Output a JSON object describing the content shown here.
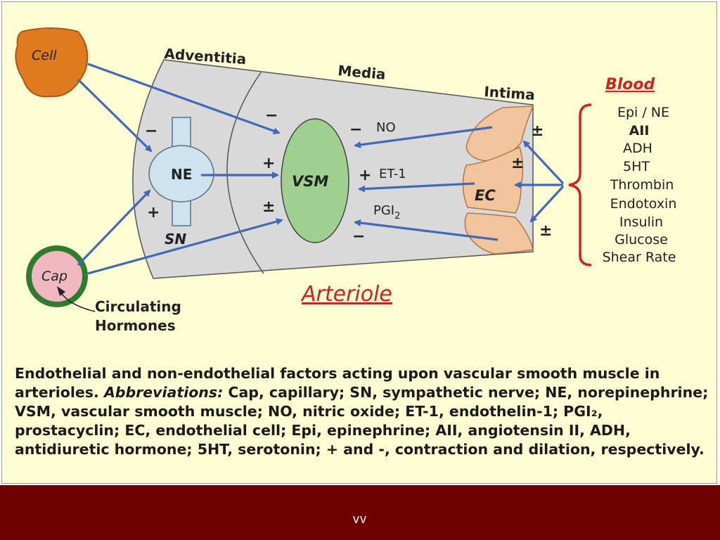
{
  "layers": {
    "adventitia": "Adventitia",
    "media": "Media",
    "intima": "Intima"
  },
  "cells": {
    "cell": "Cell",
    "cap": "Cap",
    "ne": "NE",
    "sn": "SN",
    "vsm": "VSM",
    "ec": "EC"
  },
  "circulating": {
    "line1": "Circulating",
    "line2": "Hormones"
  },
  "title": "Arteriole",
  "signs": {
    "cell_to_ne": "−",
    "cap_to_ne": "+",
    "cell_to_vsm": "−",
    "ne_to_vsm": "+",
    "cap_to_vsm": "±",
    "no": "−",
    "et1": "+",
    "pgi2": "−",
    "ec_top": "±",
    "ec_mid": "±",
    "ec_bottom": "±"
  },
  "factors": {
    "no": "NO",
    "et1": "ET-1",
    "pgi": "PGI",
    "pgi_sub": "2"
  },
  "blood": {
    "heading": "Blood",
    "items": [
      "Epi / NE",
      "AII",
      "ADH",
      "5HT",
      "Thrombin",
      "Endotoxin",
      "Insulin",
      "Glucose",
      "Shear Rate"
    ]
  },
  "caption": {
    "part1": "Endothelial and non-endothelial factors acting upon vascular smooth muscle in arterioles.  ",
    "abbr_label": "Abbreviations:",
    "part2": "  Cap, capillary; SN, sympathetic nerve; NE, norepinephrine; VSM, vascular smooth muscle; NO, nitric oxide; ET-1, endothelin-1; PGI₂, prostacyclin; EC, endothelial cell; Epi, epinephrine; AII, angiotensin II, ADH, antidiuretic hormone; 5HT, serotonin;  + and -, contraction and dilation, respectively."
  },
  "footer": {
    "text": "vv"
  },
  "colors": {
    "vessel": "#d9d9d9",
    "cell": "#e07a1f",
    "cap_fill": "#f0b8c0",
    "cap_ring": "#2e7d2e",
    "ne": "#cfe3ee",
    "vsm": "#9fd08f",
    "ec": "#f2c49b",
    "arrow": "#4169b5",
    "accent_red": "#d42020",
    "footer": "#6e0000"
  }
}
